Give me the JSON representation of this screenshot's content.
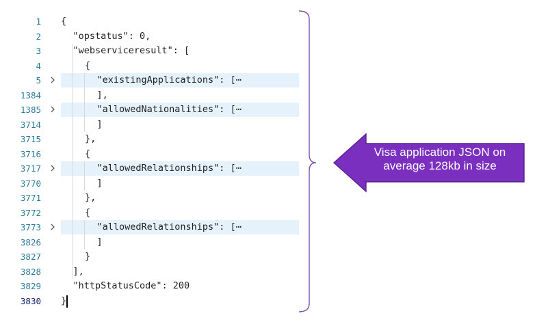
{
  "top_fragment": "- '   ''",
  "lines": [
    {
      "num": "1",
      "code": "{",
      "indent": 0,
      "folded": false
    },
    {
      "num": "2",
      "code": "\"opstatus\": 0,",
      "indent": 1,
      "folded": false
    },
    {
      "num": "3",
      "code": "\"webserviceresult\": [",
      "indent": 1,
      "folded": false
    },
    {
      "num": "4",
      "code": "{",
      "indent": 2,
      "folded": false
    },
    {
      "num": "5",
      "code": "\"existingApplications\": [⋯",
      "indent": 3,
      "folded": true
    },
    {
      "num": "1384",
      "code": "],",
      "indent": 3,
      "folded": false
    },
    {
      "num": "1385",
      "code": "\"allowedNationalities\": [⋯",
      "indent": 3,
      "folded": true
    },
    {
      "num": "3714",
      "code": "]",
      "indent": 3,
      "folded": false
    },
    {
      "num": "3715",
      "code": "},",
      "indent": 2,
      "folded": false
    },
    {
      "num": "3716",
      "code": "{",
      "indent": 2,
      "folded": false
    },
    {
      "num": "3717",
      "code": "\"allowedRelationships\": [⋯",
      "indent": 3,
      "folded": true
    },
    {
      "num": "3770",
      "code": "]",
      "indent": 3,
      "folded": false
    },
    {
      "num": "3771",
      "code": "},",
      "indent": 2,
      "folded": false
    },
    {
      "num": "3772",
      "code": "{",
      "indent": 2,
      "folded": false
    },
    {
      "num": "3773",
      "code": "\"allowedRelationships\": [⋯",
      "indent": 3,
      "folded": true
    },
    {
      "num": "3826",
      "code": "]",
      "indent": 3,
      "folded": false
    },
    {
      "num": "3827",
      "code": "}",
      "indent": 2,
      "folded": false
    },
    {
      "num": "3828",
      "code": "],",
      "indent": 1,
      "folded": false
    },
    {
      "num": "3829",
      "code": "\"httpStatusCode\": 200",
      "indent": 1,
      "folded": false
    },
    {
      "num": "3830",
      "code": "}",
      "indent": 0,
      "folded": false
    }
  ],
  "callout": {
    "line1": "Visa application JSON on",
    "line2": "average 128kb in size",
    "fill_color": "#7b2fbe",
    "border_color": "#5a1f92"
  },
  "bracket_color": "#7b4fa8",
  "chevron_icon": "chevron-right-icon"
}
